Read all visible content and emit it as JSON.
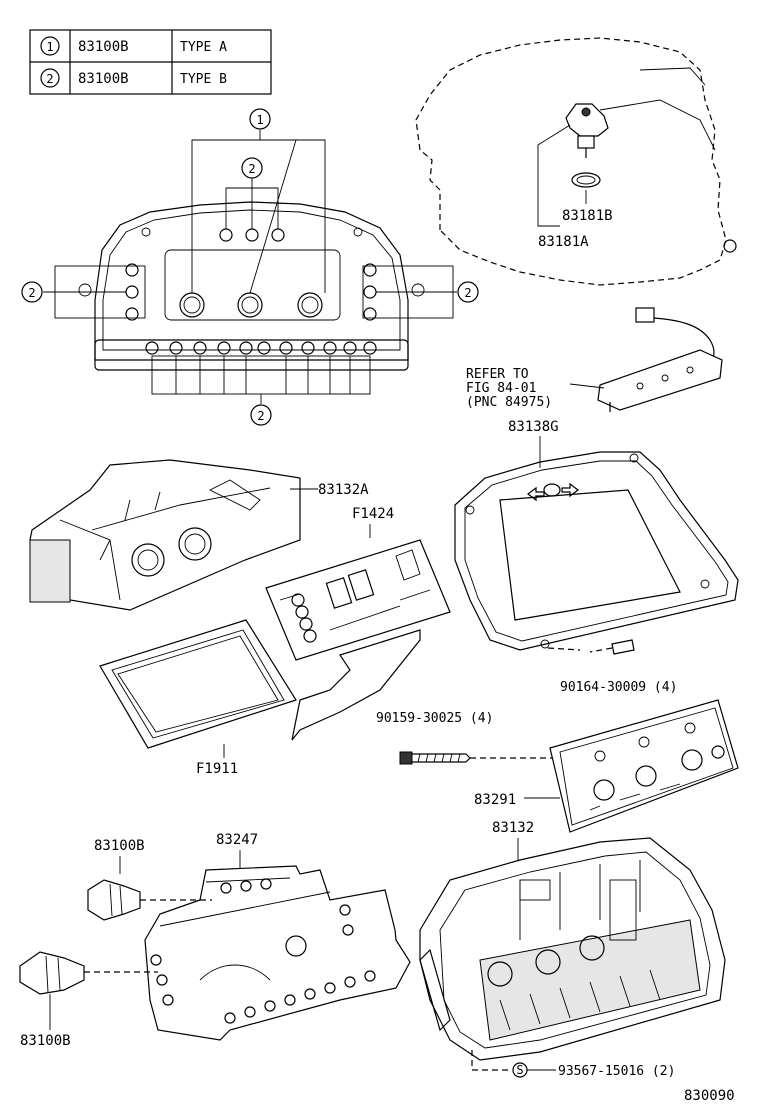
{
  "legend": {
    "rows": [
      {
        "num": "1",
        "part": "83100B",
        "type": "TYPE A"
      },
      {
        "num": "2",
        "part": "83100B",
        "type": "TYPE B"
      }
    ]
  },
  "callouts": {
    "c1": "1",
    "c2_top": "2",
    "c2_left": "2",
    "c2_right": "2",
    "c2_bottom": "2"
  },
  "labels": {
    "p83181B": "83181B",
    "p83181A": "83181A",
    "refer1": "REFER TO",
    "refer2": "FIG 84-01",
    "refer3": "(PNC 84975)",
    "p83138G": "83138G",
    "p83132A": "83132A",
    "pF1424": "F1424",
    "pF1911": "F1911",
    "p90164": "90164-30009 (4)",
    "p90159": "90159-30025 (4)",
    "p83291": "83291",
    "p83247": "83247",
    "p83132": "83132",
    "p83100B_a": "83100B",
    "p83100B_b": "83100B",
    "s_symbol": "S",
    "p93567": "93567-15016 (2)",
    "drawing_no": "830090"
  }
}
